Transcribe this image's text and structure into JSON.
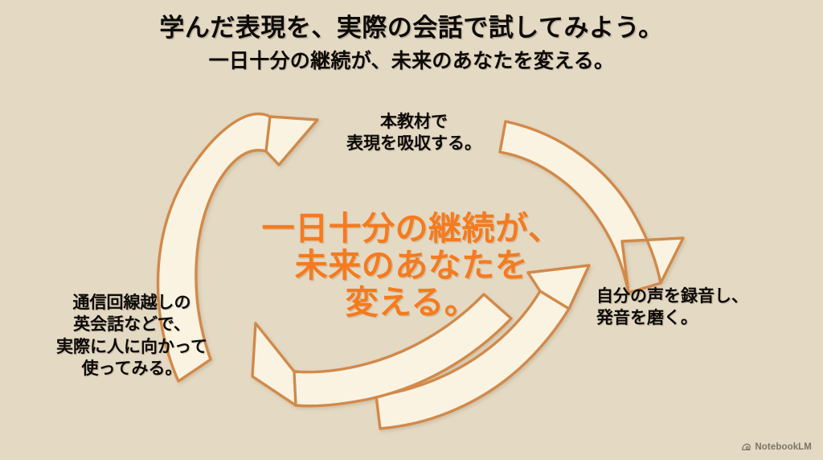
{
  "slide": {
    "background_color": "#e4d9c3",
    "accent_color": "#f47b20",
    "arrow_outline_color": "#d2894a",
    "arrow_fill_color": "#faf3e2",
    "text_color": "#0d0b08"
  },
  "heading": {
    "title": "学んだ表現を、実際の会話で試してみよう。",
    "subtitle": "一日十分の継続が、未来のあなたを変える。"
  },
  "center_message": {
    "lines": [
      "一日十分の継続が、",
      "未来のあなたを",
      "変える。"
    ],
    "color": "#f47b20"
  },
  "cycle": {
    "steps": [
      {
        "id": "absorb",
        "position": "top",
        "lines": [
          "本教材で",
          "表現を吸収する。"
        ]
      },
      {
        "id": "record",
        "position": "right",
        "lines": [
          "自分の声を録音し、",
          "発音を磨く。"
        ]
      },
      {
        "id": "practice",
        "position": "left",
        "lines": [
          "通信回線越しの",
          "英会話などで、",
          "実際に人に向かって",
          "使ってみる。"
        ]
      }
    ],
    "arrows": [
      {
        "id": "arrow-top-left",
        "direction": "up-right",
        "icon": "curved-arrow-icon"
      },
      {
        "id": "arrow-top-right",
        "direction": "down-right",
        "icon": "curved-arrow-icon"
      },
      {
        "id": "arrow-bottom-right",
        "direction": "up-right",
        "icon": "curved-arrow-icon"
      },
      {
        "id": "arrow-bottom-left",
        "direction": "up-left",
        "icon": "curved-arrow-icon"
      }
    ]
  },
  "watermark": {
    "label": "NotebookLM",
    "icon": "notebooklm-icon"
  }
}
